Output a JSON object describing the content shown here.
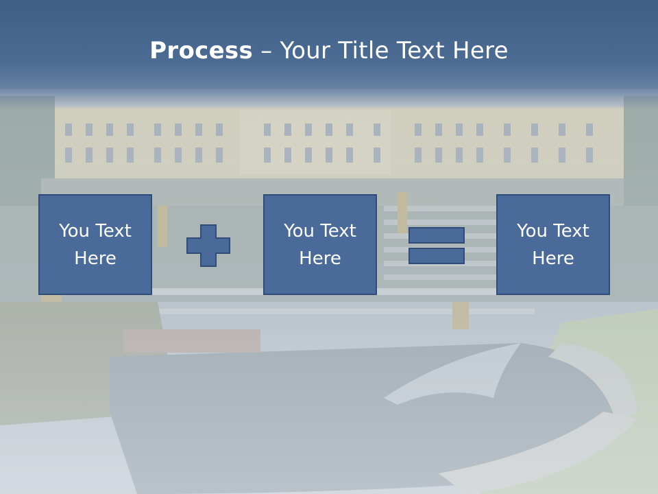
{
  "slide": {
    "title_bold": "Process",
    "title_rest": " – Your Title Text Here"
  },
  "process": {
    "items": [
      {
        "label": "You Text Here"
      },
      {
        "label": "You Text Here"
      },
      {
        "label": "You Text Here"
      }
    ],
    "operators": [
      "plus-icon",
      "equals-icon"
    ]
  },
  "colors": {
    "title_band": "#4a6a90",
    "box_fill": "#4a6b9a",
    "box_border": "#2f4d78"
  }
}
